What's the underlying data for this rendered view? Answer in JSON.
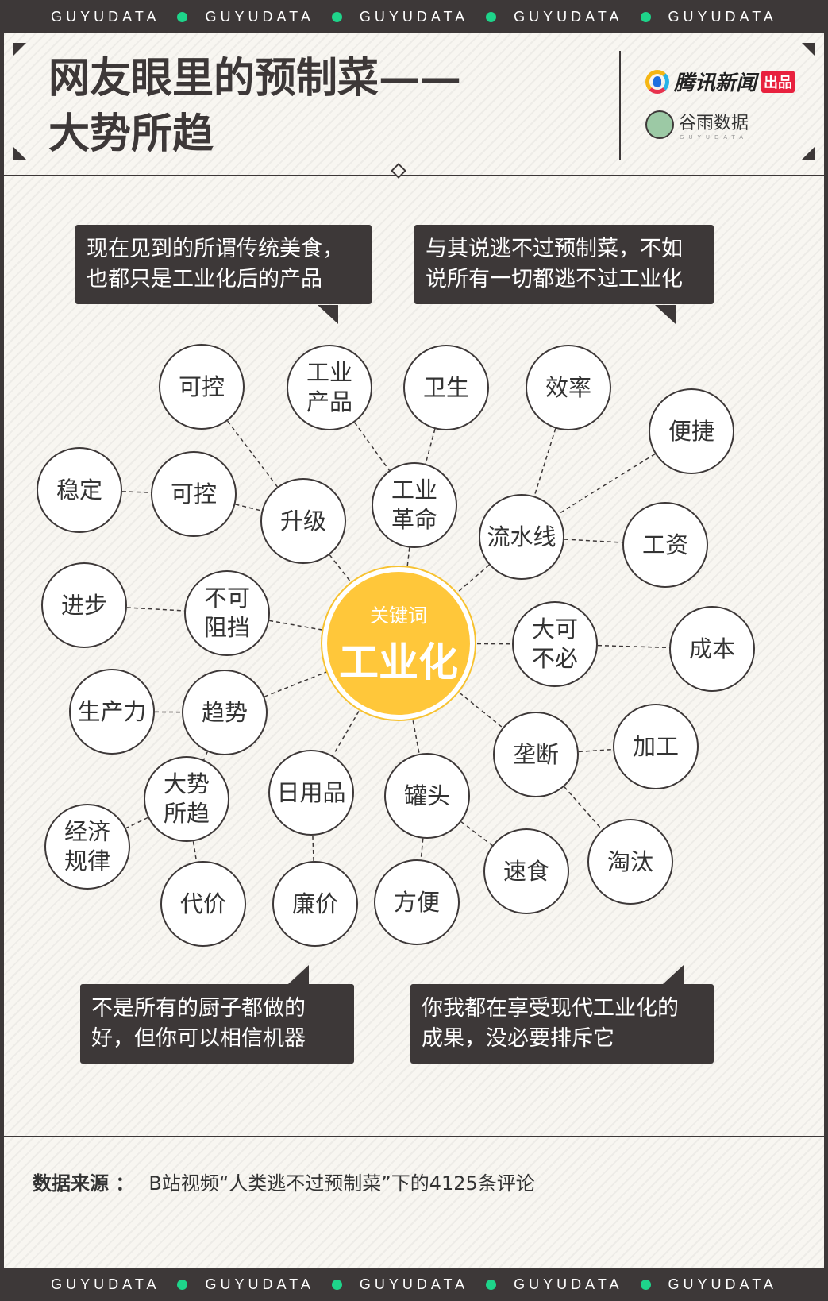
{
  "brand_bar": {
    "text": "GUYUDATA",
    "repeat": 5
  },
  "header": {
    "title": "网友眼里的预制菜——\n大势所趋",
    "logo_tencent": "腾讯新闻",
    "logo_tencent_badge": "出品",
    "logo_guyu": "谷雨数据",
    "logo_guyu_sub": "GUYUDATA"
  },
  "quotes": [
    "现在见到的所谓传统美食，\n也都只是工业化后的产品",
    "与其说逃不过预制菜，不如\n说所有一切都逃不过工业化",
    "不是所有的厨子都做的\n好，但你可以相信机器",
    "你我都在享受现代工业化的\n成果，没必要排斥它"
  ],
  "center": {
    "keyword_label": "关键词",
    "keyword": "工业化"
  },
  "nodes": [
    "可控",
    "工业\n产品",
    "卫生",
    "效率",
    "便捷",
    "稳定",
    "可控",
    "升级",
    "工业\n革命",
    "流水线",
    "工资",
    "进步",
    "不可\n阻挡",
    "大可\n不必",
    "成本",
    "生产力",
    "趋势",
    "垄断",
    "加工",
    "大势\n所趋",
    "日用品",
    "罐头",
    "经济\n规律",
    "淘汰",
    "速食",
    "代价",
    "廉价",
    "方便"
  ],
  "colors": {
    "dark": "#3d3838",
    "accent": "#ffc73a",
    "dot": "#1ed48a"
  },
  "footer": {
    "label": "数据来源 ：",
    "text": "B站视频“人类逃不过预制菜”下的4125条评论"
  }
}
